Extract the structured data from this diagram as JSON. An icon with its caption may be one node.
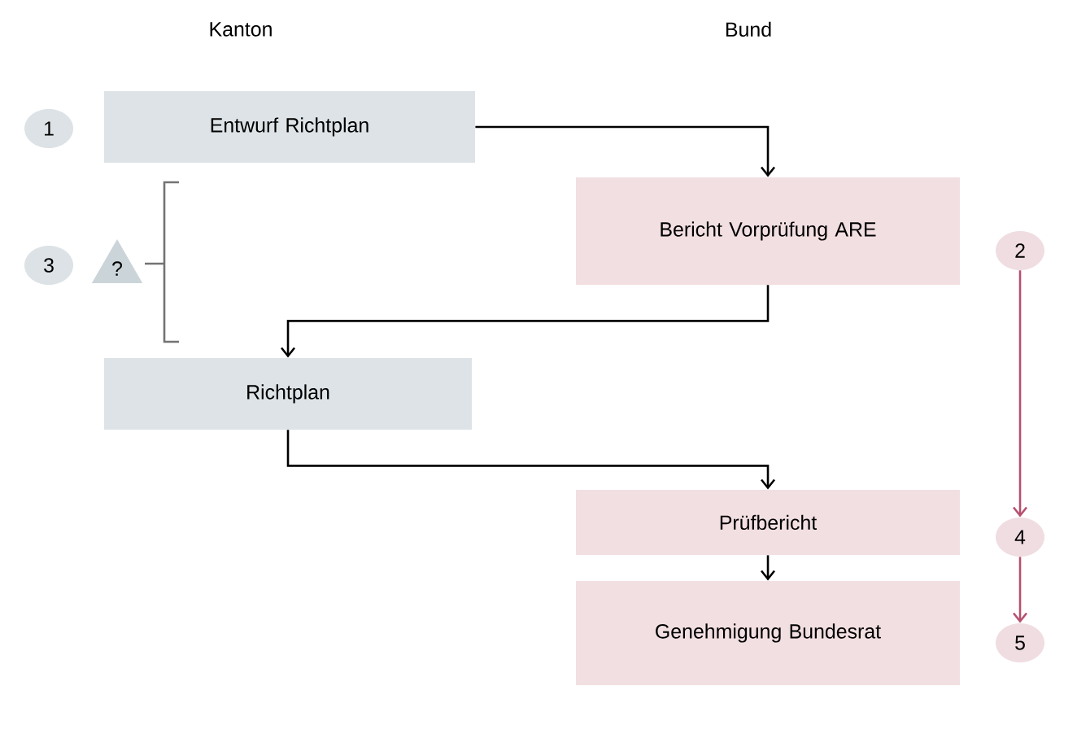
{
  "diagram": {
    "nodes": [
      {
        "text": [
          "Entwurf Richtplan"
        ]
      },
      {
        "text": [
          "Bericht Vorprüfung ARE"
        ]
      },
      {
        "text": [
          "Richtplan"
        ]
      },
      {
        "text": [
          "Prüfbericht"
        ]
      },
      {
        "text": [
          "Genehmigung Bundesrat"
        ]
      },
      {
        "text": [
          "1"
        ]
      },
      {
        "text": [
          "3"
        ]
      },
      {
        "text": [
          "?"
        ]
      },
      {
        "text": [
          "2"
        ]
      },
      {
        "text": [
          "4"
        ]
      },
      {
        "text": [
          "5"
        ]
      }
    ],
    "edges": [
      {
        "from": 0,
        "to": 1,
        "arrow": "to"
      },
      {
        "from": 1,
        "to": 2,
        "arrow": "to"
      },
      {
        "from": 2,
        "to": 3,
        "arrow": "to"
      },
      {
        "from": 3,
        "to": 4,
        "arrow": "to"
      },
      {
        "from": 8,
        "to": 9,
        "arrow": "to",
        "color": "#b5506f"
      },
      {
        "from": 9,
        "to": 10,
        "arrow": "to",
        "color": "#b5506f"
      }
    ],
    "labels": [
      "Kanton",
      "Bund"
    ]
  }
}
